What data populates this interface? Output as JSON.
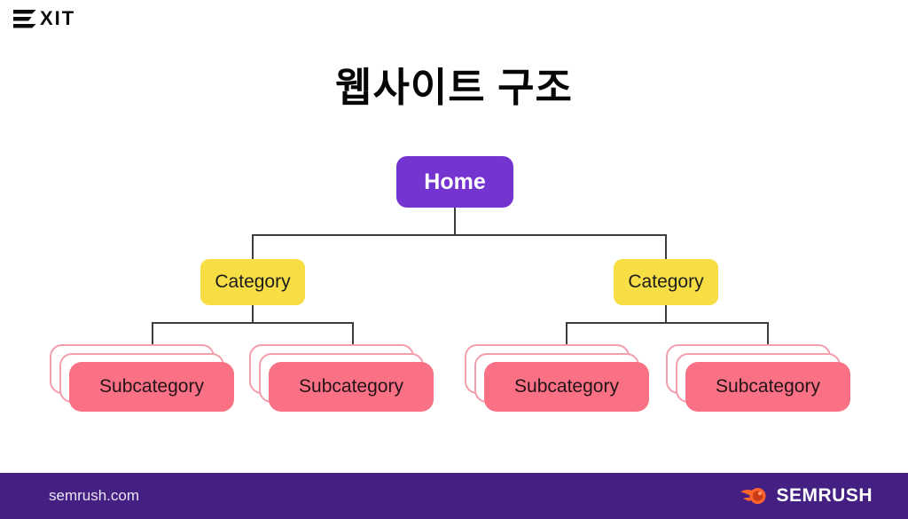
{
  "colors": {
    "root_box": "#7434CF",
    "category_box": "#F7DE45",
    "subcategory_box": "#FA7186",
    "subcategory_outline": "#F29FAD",
    "connector": "#3C3C3C",
    "footer_bg": "#452083",
    "accent_orange": "#FF642D"
  },
  "header": {
    "brand": "EXIT",
    "brand_letters": "XIT"
  },
  "title": {
    "text": "웹사이트 구조"
  },
  "diagram": {
    "root": {
      "label": "Home"
    },
    "categories": [
      {
        "label": "Category"
      },
      {
        "label": "Category"
      }
    ],
    "subcategories": [
      {
        "label": "Subcategory"
      },
      {
        "label": "Subcategory"
      },
      {
        "label": "Subcategory"
      },
      {
        "label": "Subcategory"
      }
    ]
  },
  "footer": {
    "website": "semrush.com",
    "brand": "SEMRUSH"
  }
}
